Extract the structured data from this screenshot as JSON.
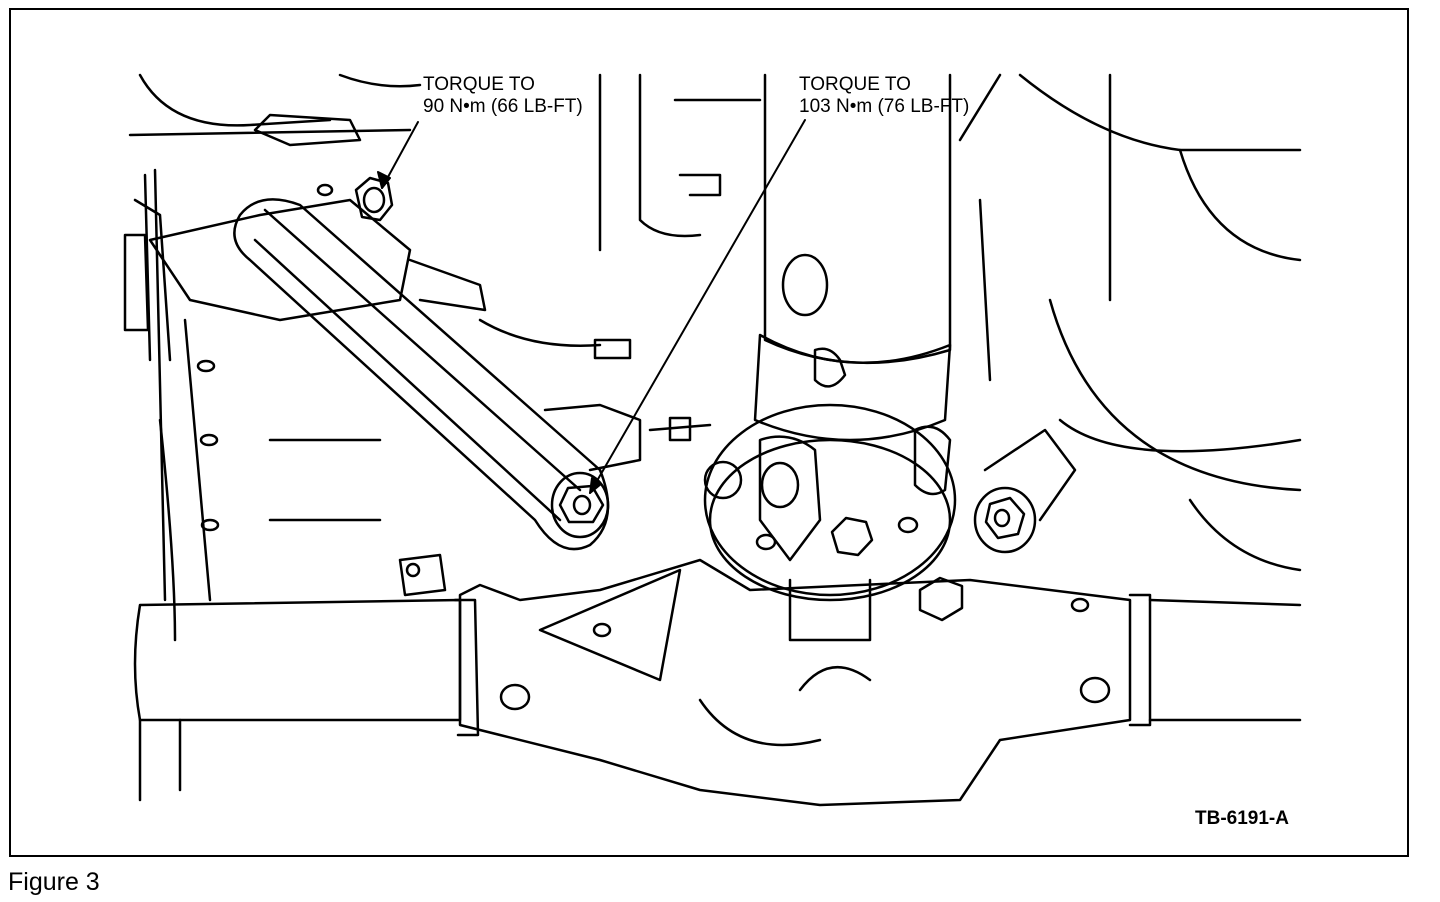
{
  "callouts": [
    {
      "line1": "TORQUE TO",
      "line2": "90 N•m (66 LB-FT)"
    },
    {
      "line1": "TORQUE TO",
      "line2": "103 N•m (76 LB-FT)"
    }
  ],
  "figure_code": "TB-6191-A",
  "caption": "Figure 3"
}
